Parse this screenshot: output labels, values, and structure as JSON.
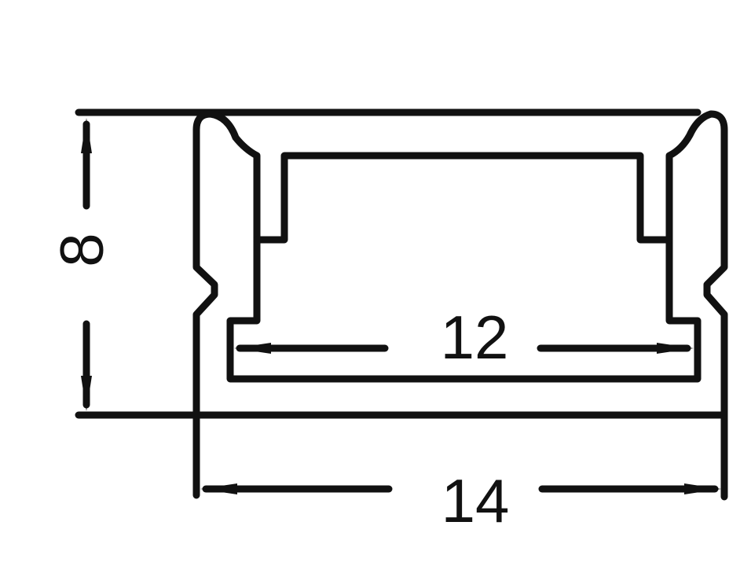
{
  "dimensions": {
    "height_label": "8",
    "inner_width_label": "12",
    "outer_width_label": "14"
  },
  "colors": {
    "line": "#111111",
    "background": "#ffffff"
  }
}
